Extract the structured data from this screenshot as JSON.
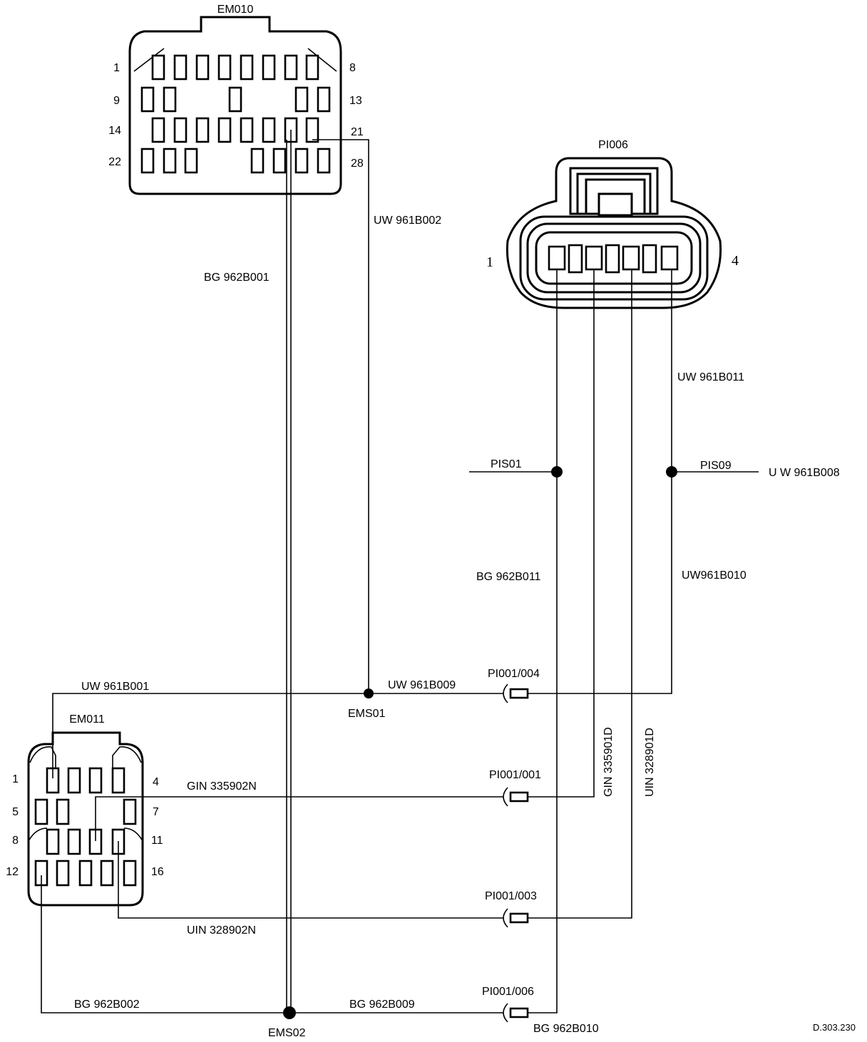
{
  "connectors": {
    "em010": {
      "name": "EM010",
      "pins": [
        "1",
        "8",
        "9",
        "13",
        "14",
        "21",
        "22",
        "28"
      ]
    },
    "pi006": {
      "name": "PI006",
      "pins": [
        "1",
        "4"
      ]
    },
    "em011": {
      "name": "EM011",
      "pins": [
        "1",
        "4",
        "5",
        "7",
        "8",
        "11",
        "12",
        "16"
      ]
    }
  },
  "wires": {
    "uw961b002": "UW 961B002",
    "bg962b001": "BG 962B001",
    "uw961b011": "UW 961B011",
    "pis01_lead": "PIS01",
    "pis09_lead": "PIS09",
    "uw961b008": "U W 961B008",
    "bg962b011": "BG 962B011",
    "uw961b010": "UW961B010",
    "uw961b001": "UW 961B001",
    "uw961b009": "UW 961B009",
    "gin335901d": "GIN 335901D",
    "uin328901d": "UIN 328901D",
    "gin335902n": "GIN 335902N",
    "uin328902n": "UIN 328902N",
    "bg962b002": "BG 962B002",
    "bg962b009": "BG 962B009",
    "bg962b010": "BG 962B010"
  },
  "splices": {
    "ems01": "EMS01",
    "ems02": "EMS02"
  },
  "inline_connectors": [
    "PI001/004",
    "PI001/001",
    "PI001/003",
    "PI001/006"
  ],
  "diagram_ref": "D.303.230"
}
